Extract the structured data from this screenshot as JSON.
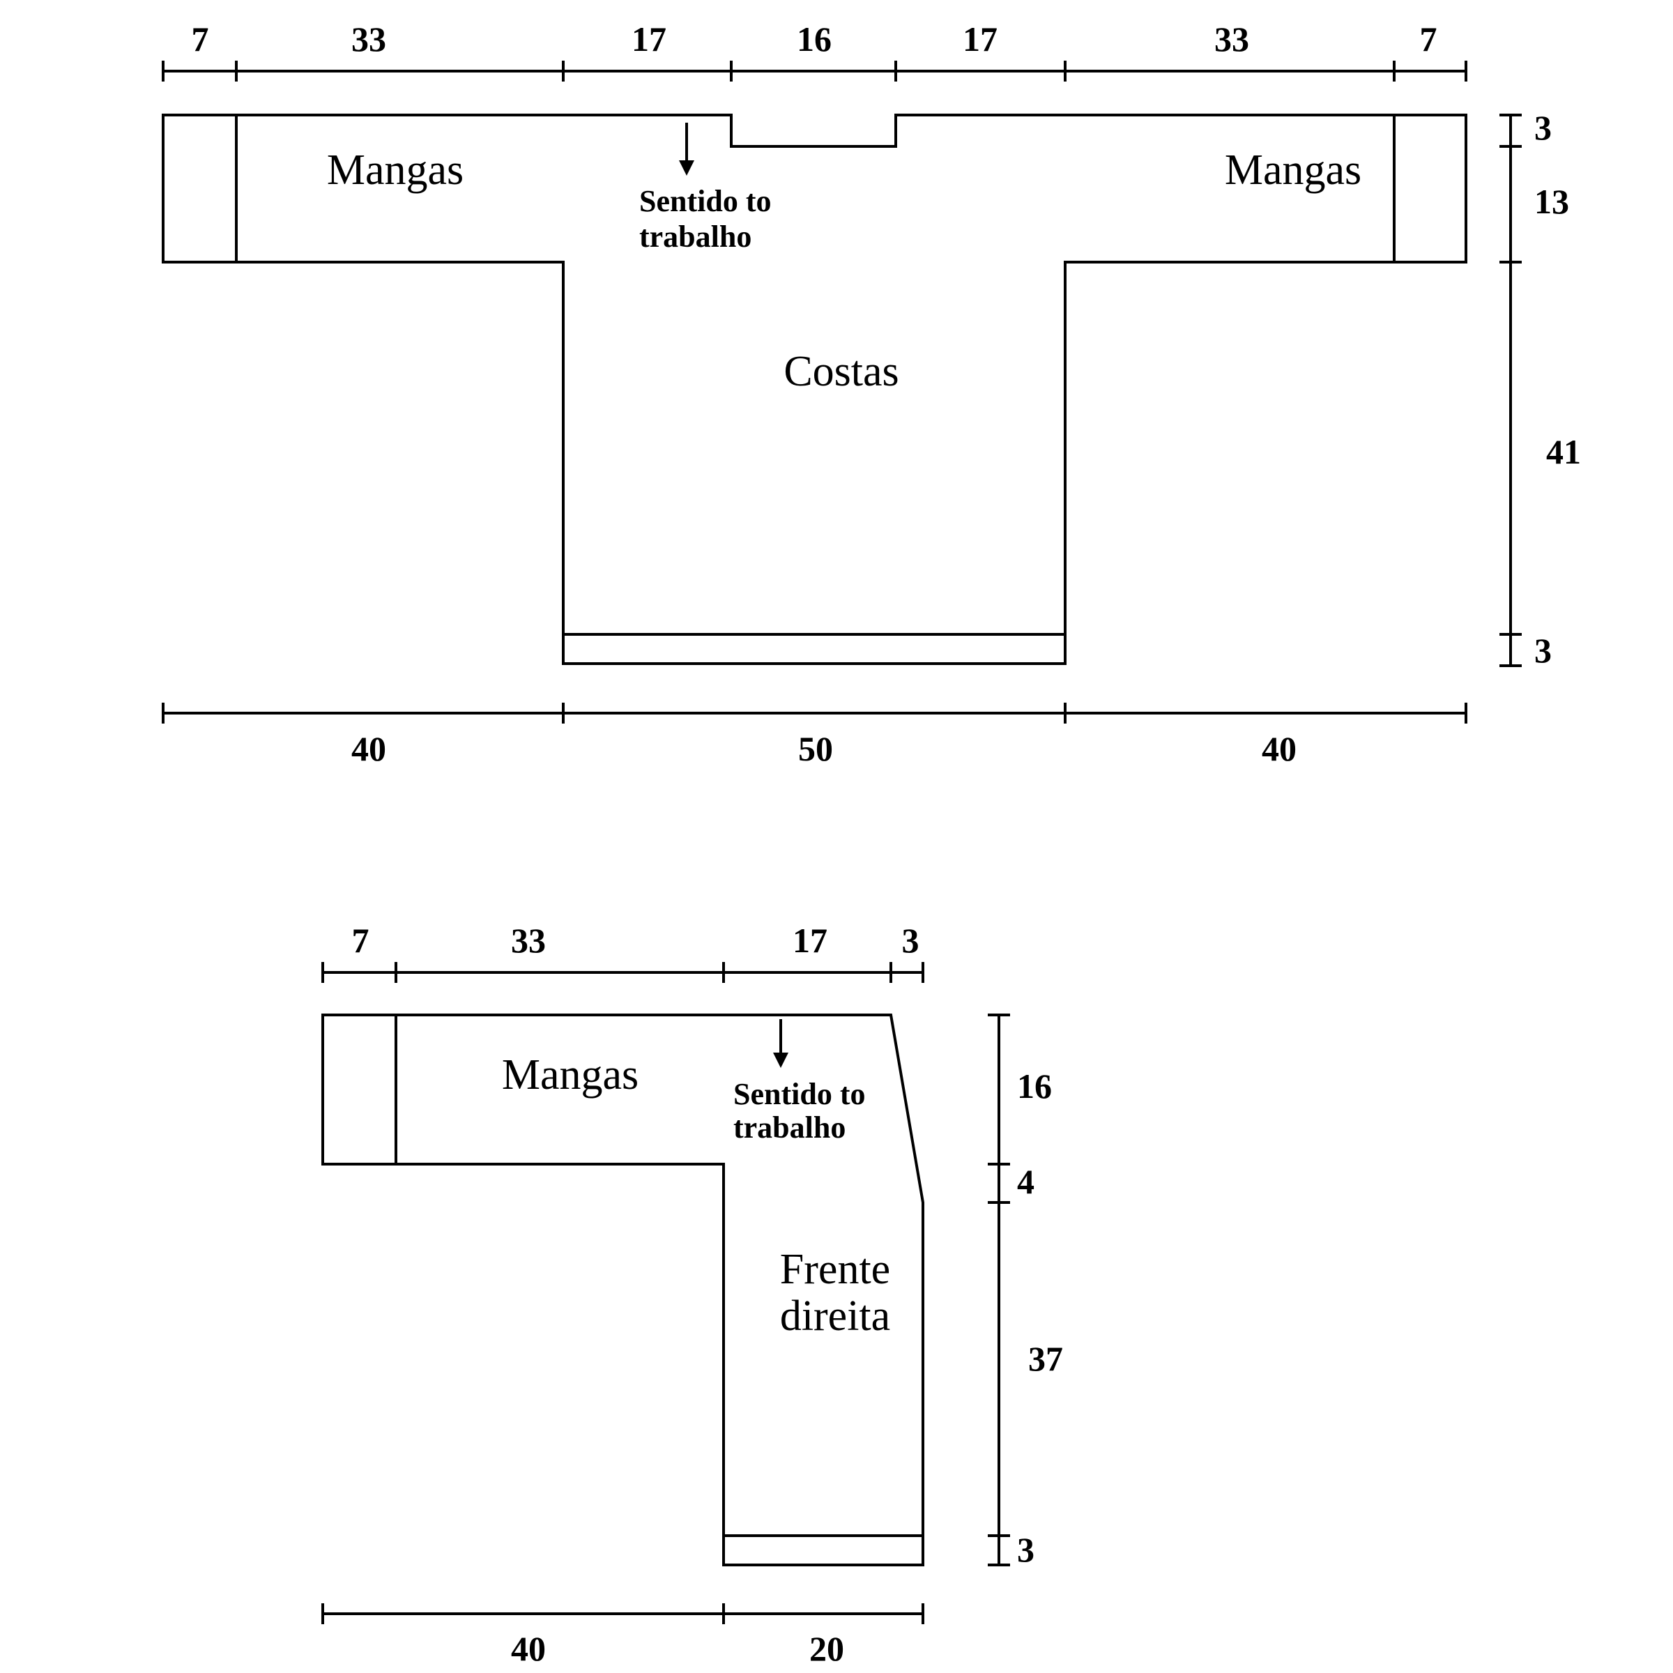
{
  "back": {
    "top_dims": [
      "7",
      "33",
      "17",
      "16",
      "17",
      "33",
      "7"
    ],
    "bottom_dims": [
      "40",
      "50",
      "40"
    ],
    "right_dims": [
      "3",
      "13",
      "41",
      "3"
    ],
    "label_left_sleeve": "Mangas",
    "label_right_sleeve": "Mangas",
    "label_body": "Costas",
    "direction_line1": "Sentido to",
    "direction_line2": "trabalho"
  },
  "front": {
    "top_dims": [
      "7",
      "33",
      "17",
      "3"
    ],
    "bottom_dims": [
      "40",
      "20"
    ],
    "right_dims": [
      "16",
      "4",
      "37",
      "3"
    ],
    "label_sleeve": "Mangas",
    "label_body_line1": "Frente",
    "label_body_line2": "direita",
    "direction_line1": "Sentido to",
    "direction_line2": "trabalho"
  }
}
